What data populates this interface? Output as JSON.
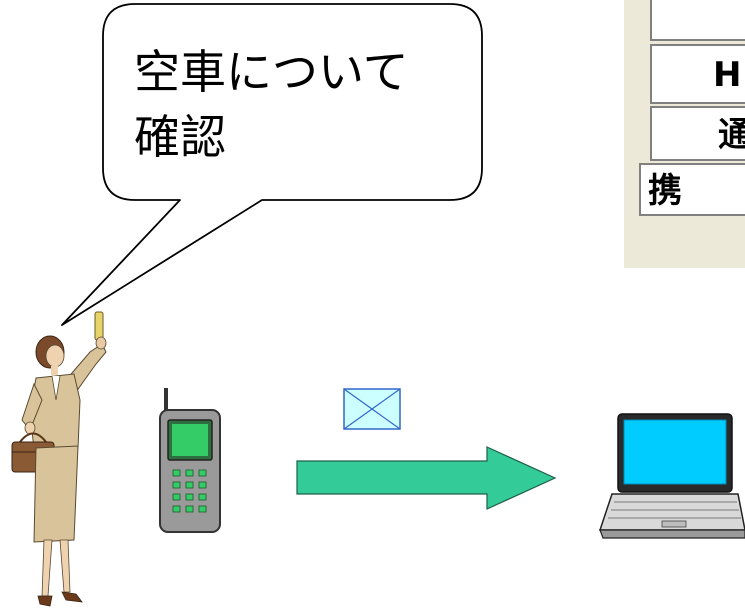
{
  "bubble": {
    "line1": "空車について",
    "line2": "確認"
  },
  "table": {
    "cell_h": "H",
    "cell_tsu": "通",
    "cell_kei": "携"
  },
  "icons": {
    "person": "woman-with-phone-icon",
    "phone": "mobile-phone-icon",
    "mail": "envelope-icon",
    "arrow": "right-arrow-icon",
    "computer": "laptop-icon"
  },
  "colors": {
    "arrow": "#33CC99",
    "phone_screen": "#33CC66",
    "phone_body": "#999999",
    "envelope": "#CCFFFF",
    "laptop_screen": "#00CCFF",
    "table_bg": "#ECE9D8"
  }
}
